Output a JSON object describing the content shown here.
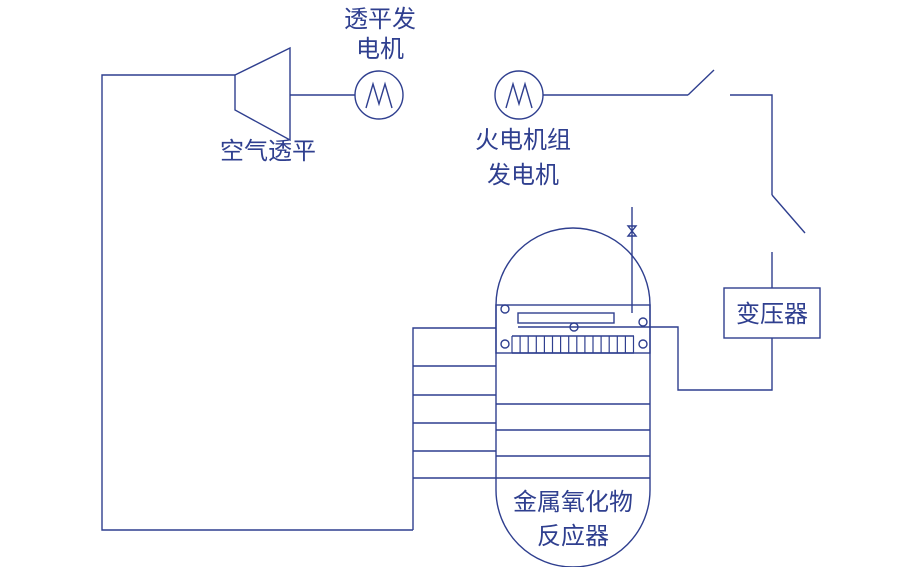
{
  "colors": {
    "line": "#2f3f8f",
    "text": "#2f3f8f",
    "background": "#ffffff"
  },
  "labels": {
    "turbine_generator_line1": "透平发",
    "turbine_generator_line2": "电机",
    "air_turbine": "空气透平",
    "thermal_generator_line1": "火电机组",
    "thermal_generator_line2": "发电机",
    "transformer": "变压器",
    "reactor_line1": "金属氧化物",
    "reactor_line2": "反应器"
  }
}
